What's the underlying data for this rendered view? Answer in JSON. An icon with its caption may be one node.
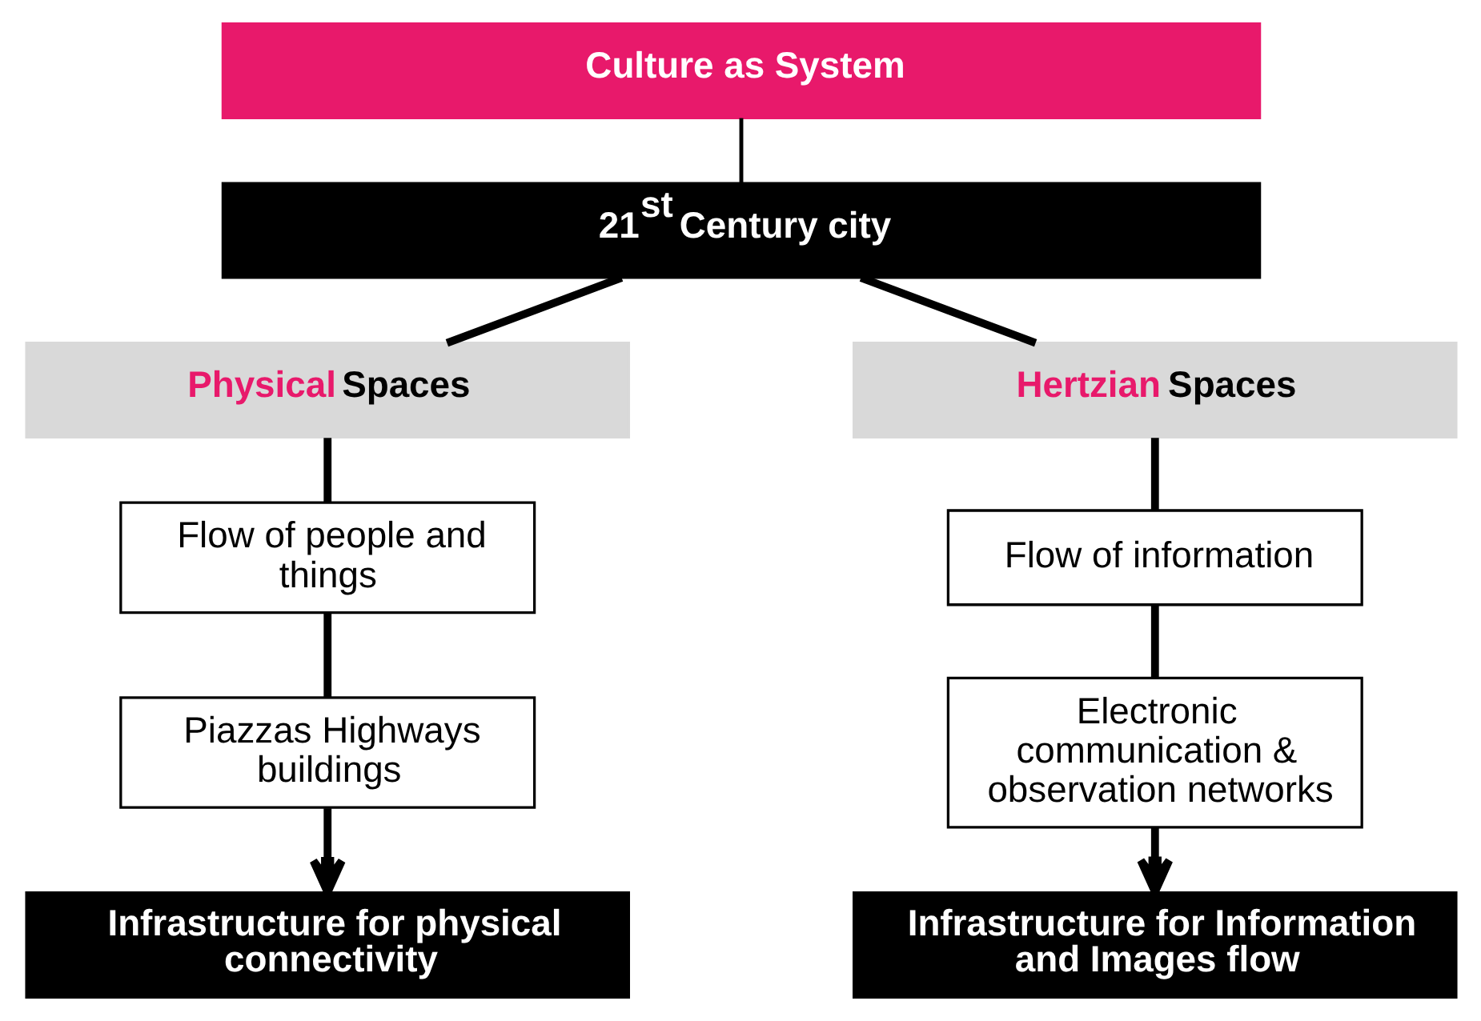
{
  "diagram": {
    "nodes": [
      {
        "text": [
          "Culture as System"
        ]
      },
      {
        "text": [
          "21$^{st}$ Century city"
        ]
      },
      {
        "text": [
          "Physical Spaces"
        ]
      },
      {
        "text": [
          "Flow of people and things"
        ]
      },
      {
        "text": [
          "Piazzas Highways buildings"
        ]
      },
      {
        "text": [
          "Infrastructure for physical connectivity"
        ]
      },
      {
        "text": [
          "Hertzian Spaces"
        ]
      },
      {
        "text": [
          "Flow of information"
        ]
      },
      {
        "text": [
          "Electronic communication & observation networks"
        ]
      },
      {
        "text": [
          "Infrastructure for Information and Images flow"
        ]
      }
    ],
    "edges": [
      {
        "from": 0,
        "to": 1,
        "arrow": "none"
      },
      {
        "from": 1,
        "to": 2,
        "arrow": "none"
      },
      {
        "from": 1,
        "to": 6,
        "arrow": "none"
      },
      {
        "from": 2,
        "to": 3,
        "arrow": "none"
      },
      {
        "from": 3,
        "to": 4,
        "arrow": "none"
      },
      {
        "from": 4,
        "to": 5,
        "arrow": "to"
      },
      {
        "from": 6,
        "to": 7,
        "arrow": "none"
      },
      {
        "from": 7,
        "to": 8,
        "arrow": "none"
      },
      {
        "from": 8,
        "to": 9,
        "arrow": "to"
      }
    ]
  }
}
